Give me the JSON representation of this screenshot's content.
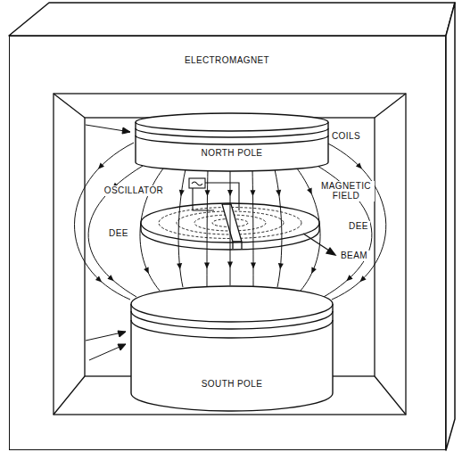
{
  "diagram": {
    "nodes": [
      {
        "text": [
          "ELECTROMAGNET"
        ]
      },
      {
        "text": [
          "NORTH POLE"
        ],
        "in": 0
      },
      {
        "text": [
          "SOUTH POLE"
        ],
        "in": 0
      }
    ],
    "labels": [
      "COILS",
      "OSCILLATOR",
      "MAGNETIC FIELD",
      "DEE",
      "DEE",
      "BEAM"
    ]
  }
}
